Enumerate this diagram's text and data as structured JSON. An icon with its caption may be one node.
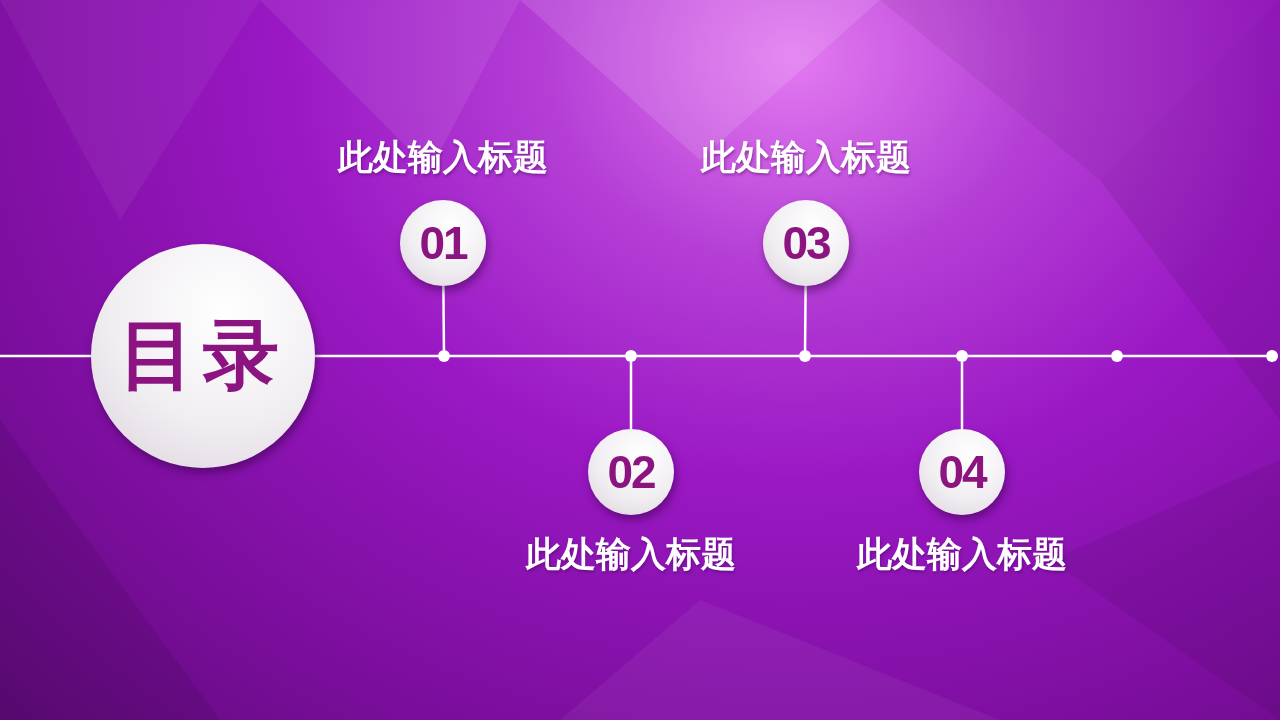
{
  "diagram": {
    "nodes": [
      {
        "text": [
          "目录"
        ]
      },
      {
        "text": [
          "此处输入标题",
          "01"
        ]
      },
      {
        "text": [
          "02",
          "此处输入标题"
        ]
      },
      {
        "text": [
          "此处输入标题",
          "03"
        ]
      },
      {
        "text": [
          "04",
          "此处输入标题"
        ]
      },
      {
        "text": [],
        "shape": "circle"
      },
      {
        "text": [],
        "shape": "circle"
      },
      {
        "text": [],
        "shape": "circle"
      },
      {
        "text": [],
        "shape": "circle"
      },
      {
        "text": [],
        "shape": "circle"
      },
      {
        "text": [],
        "shape": "circle"
      }
    ],
    "edges": [
      {
        "from": null,
        "to": 0,
        "arrow": "none"
      },
      {
        "from": 0,
        "to": 5,
        "arrow": "none"
      },
      {
        "from": 5,
        "to": 6,
        "arrow": "none"
      },
      {
        "from": 6,
        "to": 7,
        "arrow": "none"
      },
      {
        "from": 7,
        "to": 8,
        "arrow": "none"
      },
      {
        "from": 8,
        "to": 9,
        "arrow": "none"
      },
      {
        "from": 9,
        "to": 10,
        "arrow": "none"
      },
      {
        "from": 1,
        "to": 5,
        "arrow": "none"
      },
      {
        "from": 2,
        "to": 6,
        "arrow": "none"
      },
      {
        "from": 3,
        "to": 7,
        "arrow": "none"
      },
      {
        "from": 4,
        "to": 8,
        "arrow": "none"
      }
    ]
  }
}
